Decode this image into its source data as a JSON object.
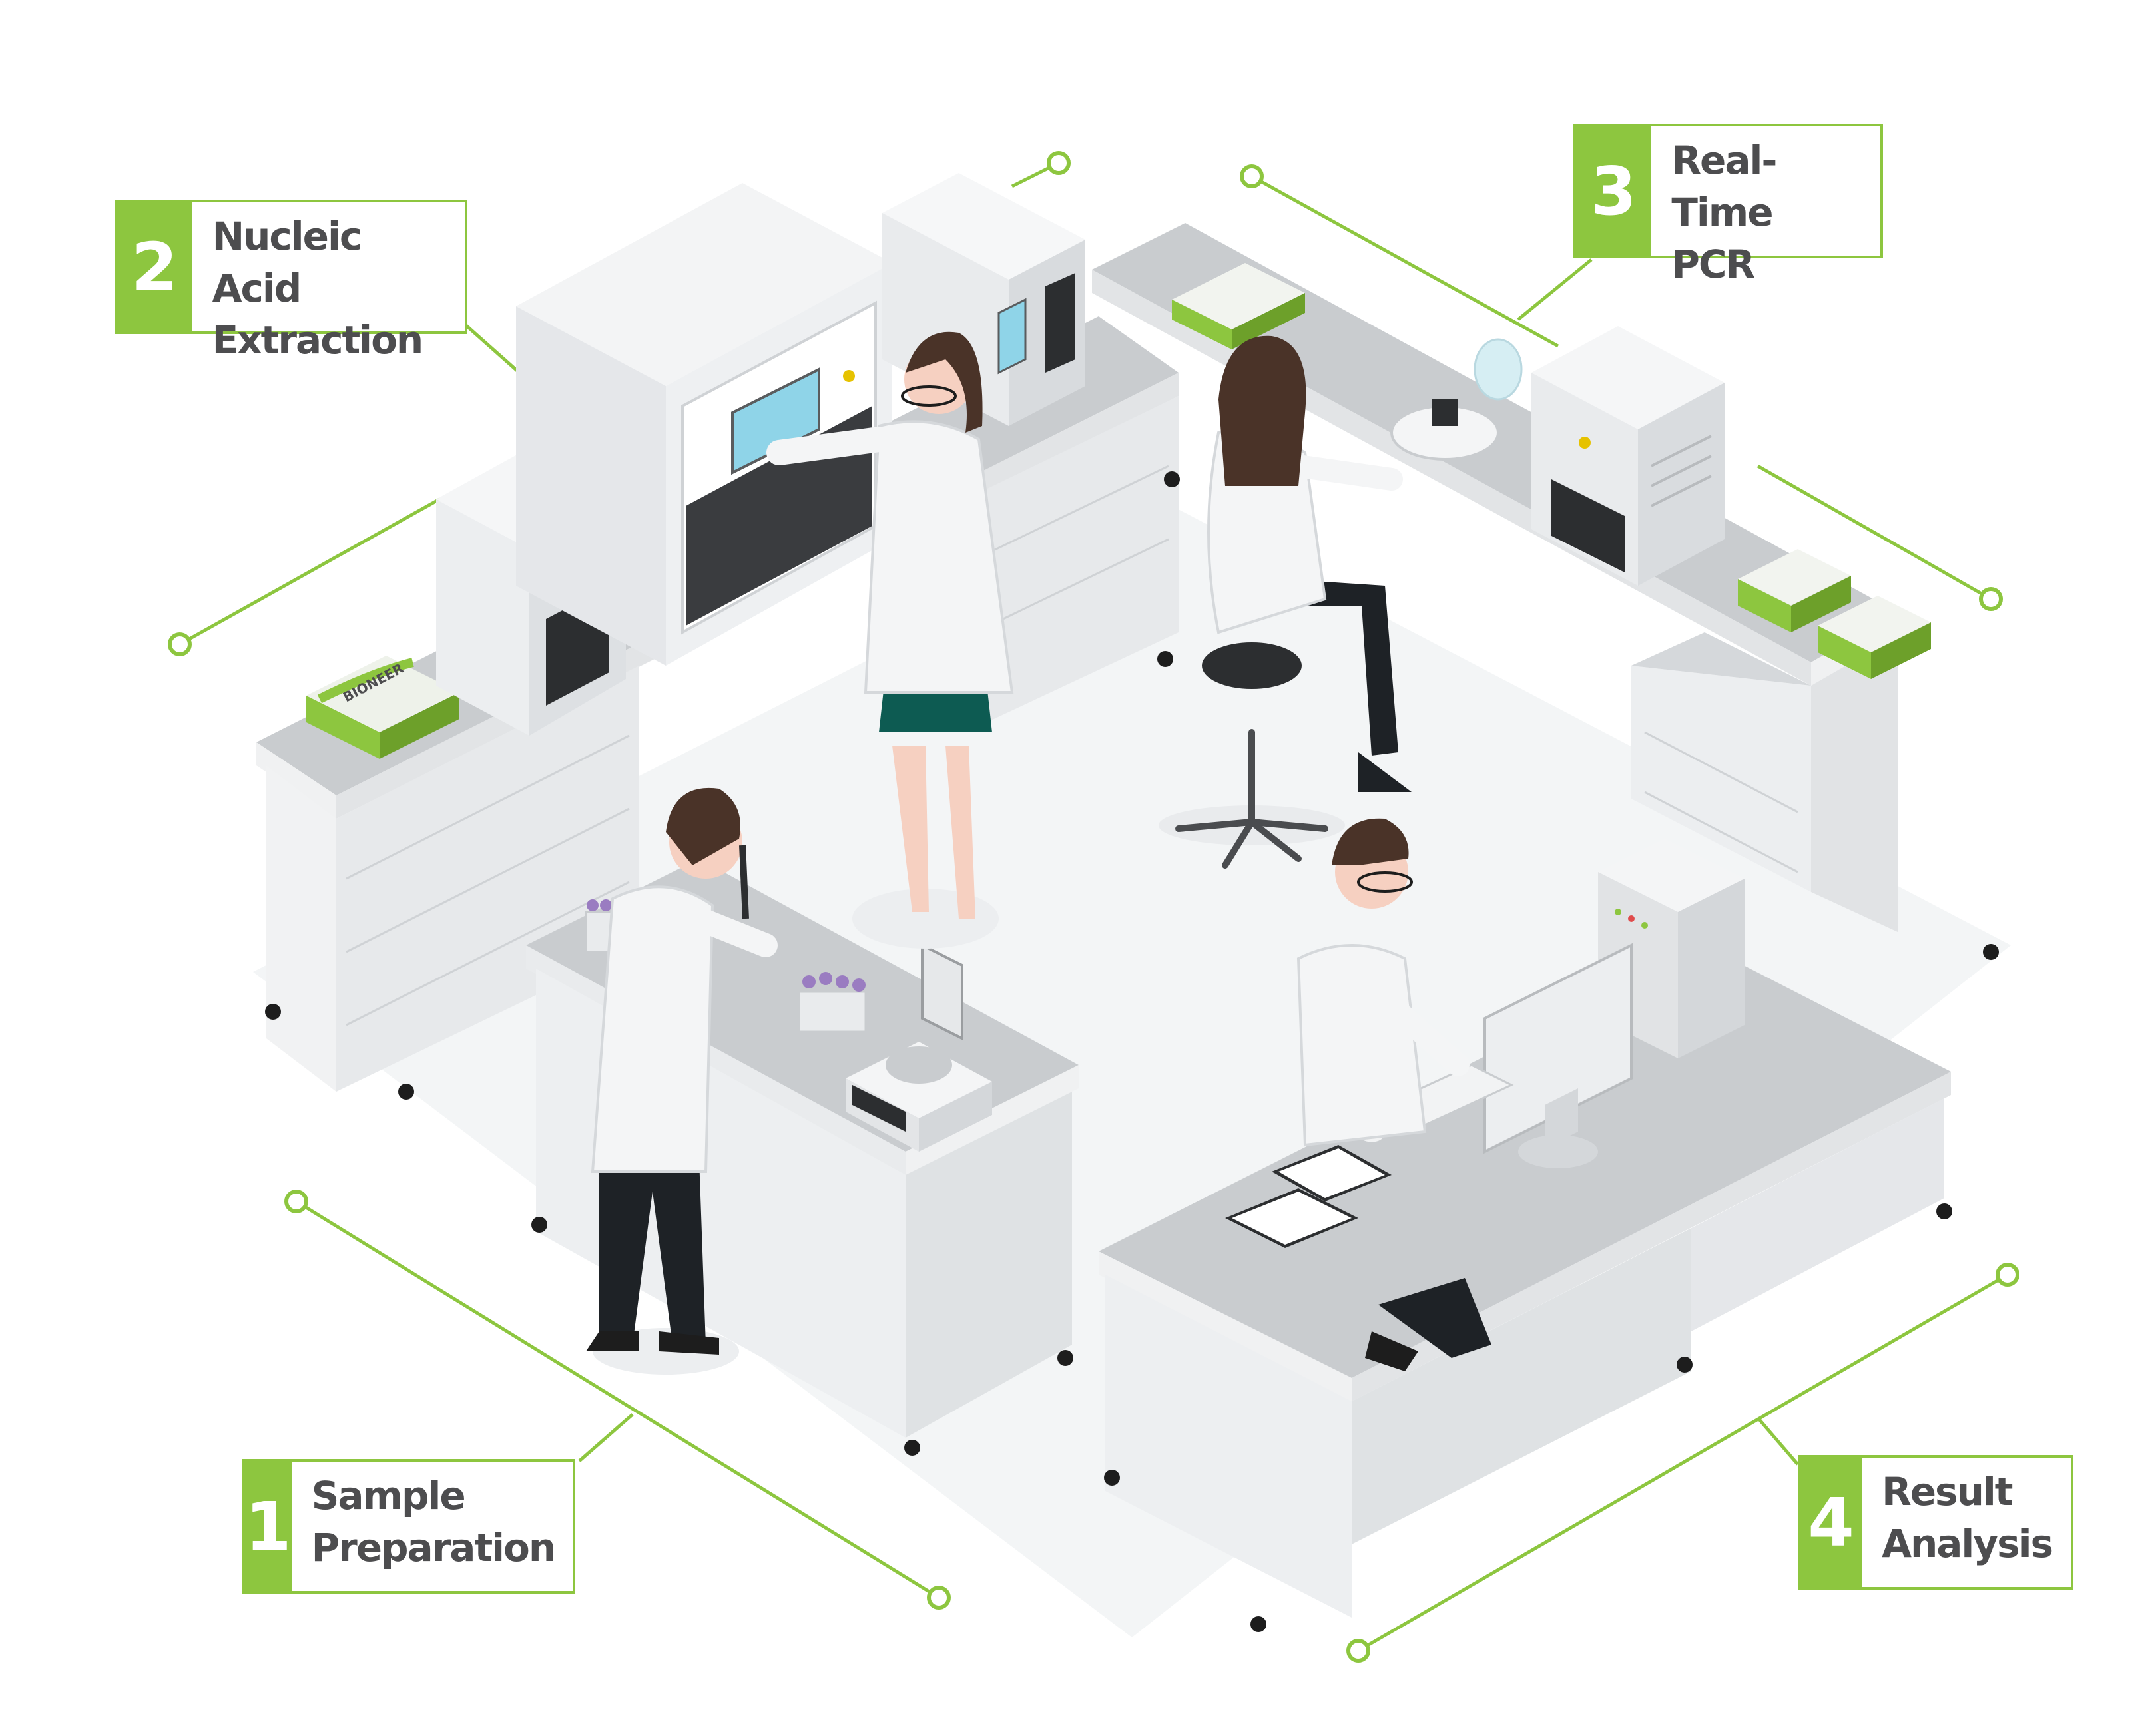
{
  "colors": {
    "accent": "#8dc63f",
    "label_text": "#4d4d4f",
    "cabinet": "#eef0f2",
    "counter": "#b8bbbe",
    "coat": "#f4f5f6",
    "hair": "#4a3328",
    "dress": "#0d5b52",
    "trousers": "#2b2d2f"
  },
  "steps": [
    {
      "number": "1",
      "line1": "Sample",
      "line2": "Preparation"
    },
    {
      "number": "2",
      "line1": "Nucleic Acid",
      "line2": "Extraction"
    },
    {
      "number": "3",
      "line1": "Real-Time",
      "line2": "PCR"
    },
    {
      "number": "4",
      "line1": "Result",
      "line2": "Analysis"
    }
  ],
  "box_brand": "BIONEER"
}
